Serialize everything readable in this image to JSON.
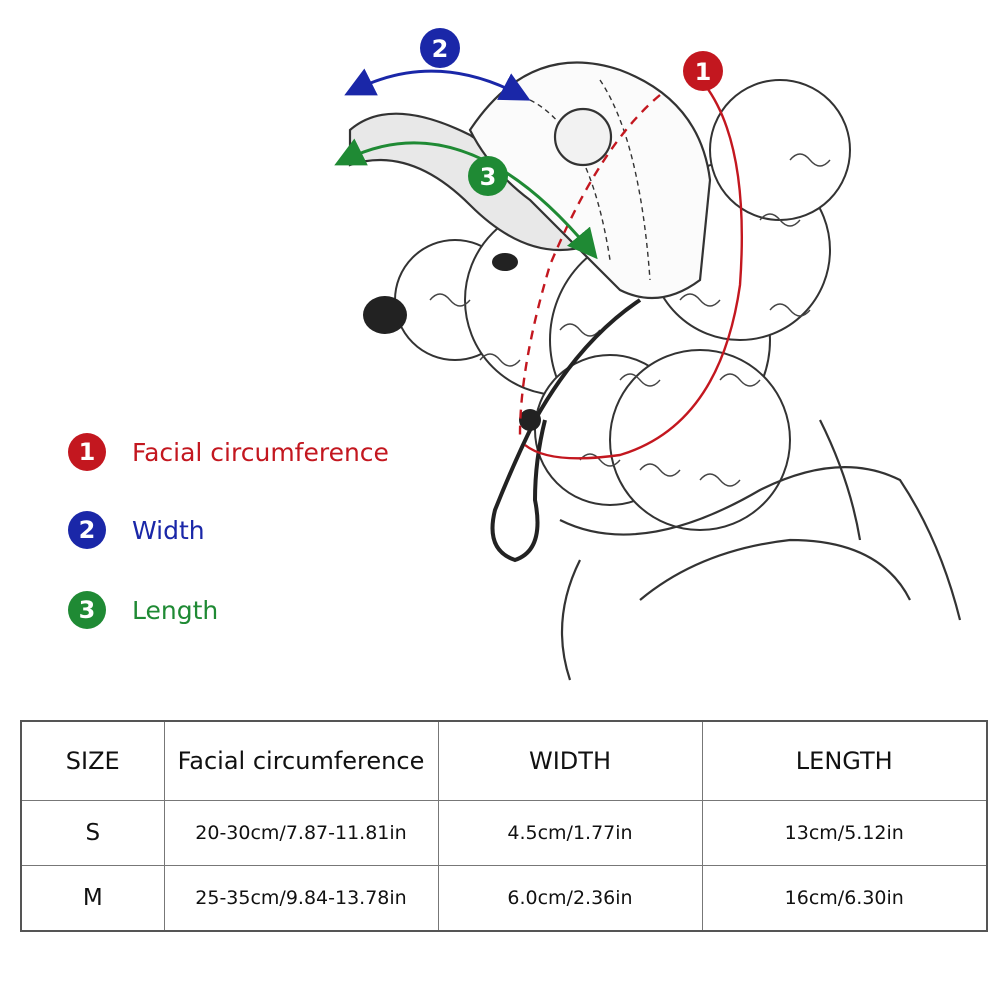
{
  "markers": {
    "facial": {
      "number": "1",
      "color": "#c3171f"
    },
    "width": {
      "number": "2",
      "color": "#1a27a8"
    },
    "length": {
      "number": "3",
      "color": "#1f8a34"
    }
  },
  "legend": [
    {
      "number": "1",
      "label": "Facial circumference",
      "color": "#c3171f"
    },
    {
      "number": "2",
      "label": "Width",
      "color": "#1a27a8"
    },
    {
      "number": "3",
      "label": "Length",
      "color": "#1f8a34"
    }
  ],
  "table": {
    "headers": [
      "SIZE",
      "Facial circumference",
      "WIDTH",
      "LENGTH"
    ],
    "rows": [
      [
        "S",
        "20-30cm/7.87-11.81in",
        "4.5cm/1.77in",
        "13cm/5.12in"
      ],
      [
        "M",
        "25-35cm/9.84-13.78in",
        "6.0cm/2.36in",
        "16cm/6.30in"
      ]
    ]
  }
}
